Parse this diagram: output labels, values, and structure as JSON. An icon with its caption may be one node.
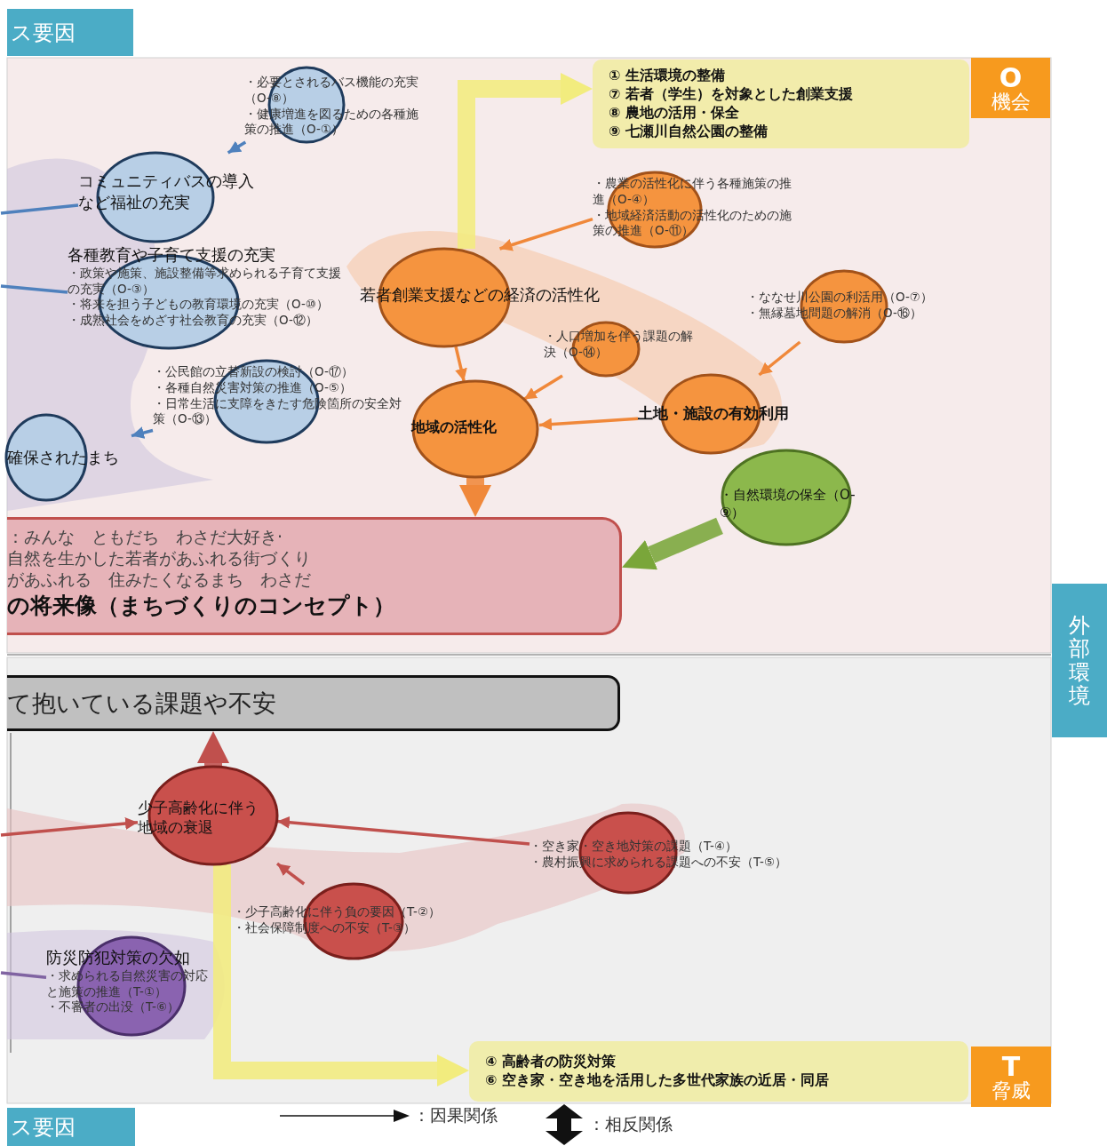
{
  "diagram": {
    "nodes": [
      {
        "text": [
          "ス要因"
        ]
      },
      {
        "text": [
          "O",
          "機会"
        ]
      },
      {
        "text": [
          "① 生活環境の整備",
          "⑦ 若者（学生）を対象とした創業支援",
          "⑧ 農地の活用・保全",
          "⑨ 七瀬川自然公園の整備"
        ]
      },
      {
        "text": [
          "・必要とされるバス機能の充実（O-⑧）",
          "・健康増進を図るための各種施策の推進（O-①）"
        ]
      },
      {
        "text": [
          "コミュニティバスの導入など福祉の充実"
        ]
      },
      {
        "text": [
          "各種教育や子育て支援の充実",
          "・政策や施策、施設整備等求められる子育て支援の充実（O-③）",
          "・将来を担う子どもの教育環境の充実（O-⑩）",
          "・成熟社会をめざす社会教育の充実（O-⑫）"
        ]
      },
      {
        "text": [
          "・公民館の立替新設の検討（O-⑰）",
          "・各種自然災害対策の推進（O-⑤）",
          "・日常生活に支障をきたす危険箇所の安全対策（O-⑬）"
        ]
      },
      {
        "text": [
          "確保されたまち"
        ]
      },
      {
        "text": [
          "・農業の活性化に伴う各種施策の推進（O-④）",
          "・地域経済活動の活性化のための施策の推進（O-⑪）"
        ]
      },
      {
        "text": [
          "若者創業支援などの経済の活性化"
        ]
      },
      {
        "text": [
          "・ななせ川公園の利活用（O-⑦）",
          "・無縁墓地問題の解消（O-⑯）"
        ]
      },
      {
        "text": [
          "・人口増加を伴う課題の解決（O-⑭）"
        ]
      },
      {
        "text": [
          "地域の活性化"
        ]
      },
      {
        "text": [
          "土地・施設の有効利用"
        ]
      },
      {
        "text": [
          "・自然環境の保全（O-⑨）"
        ]
      },
      {
        "text": [
          "：みんな　ともだち　わさだ大好き·",
          "自然を生かした若者があふれる街づくり",
          "があふれる　住みたくなるまち　わさだ",
          "の将来像（まちづくりのコンセプト）"
        ]
      },
      {
        "text": [
          "て抱いている課題や不安"
        ]
      },
      {
        "text": [
          "少子高齢化に伴う地域の衰退"
        ]
      },
      {
        "text": [
          "・空き家・空き地対策の課題（T-④）",
          "・農村振興に求められる課題への不安（T-⑤）"
        ]
      },
      {
        "text": [
          "・少子高齢化に伴う負の要因（T-②）",
          "・社会保障制度への不安（T-③）"
        ]
      },
      {
        "text": [
          "防災防犯対策の欠如",
          "・求められる自然災害の対応と施策の推進（T-①）",
          "・不審者の出没（T-⑥）"
        ]
      },
      {
        "text": [
          "④ 高齢者の防災対策",
          "⑥ 空き家・空き地を活用した多世代家族の近居・同居"
        ]
      },
      {
        "text": [
          "T",
          "脅威"
        ]
      },
      {
        "text": [
          "外部環境"
        ]
      },
      {
        "text": [
          "ス要因"
        ]
      }
    ],
    "edges": [
      {
        "from": 3,
        "to": 4,
        "arrow": "to",
        "color": "#4f81bd"
      },
      {
        "from": 4,
        "to": null,
        "arrow": "none",
        "color": "#4f81bd"
      },
      {
        "from": 5,
        "to": null,
        "arrow": "none",
        "color": "#4f81bd"
      },
      {
        "from": 6,
        "to": 7,
        "arrow": "to",
        "color": "#4f81bd"
      },
      {
        "from": 8,
        "to": 9,
        "arrow": "to"
      },
      {
        "from": 9,
        "to": 12,
        "arrow": "to"
      },
      {
        "from": 11,
        "to": 12,
        "arrow": "to"
      },
      {
        "from": 10,
        "to": 13,
        "arrow": "to"
      },
      {
        "from": 13,
        "to": 12,
        "arrow": "to"
      },
      {
        "from": 12,
        "to": 15,
        "arrow": "to",
        "style": "thick"
      },
      {
        "from": 14,
        "to": 15,
        "arrow": "to",
        "style": "thick",
        "color": "#7aa63a"
      },
      {
        "from": 9,
        "to": 2,
        "arrow": "to",
        "style": "thick",
        "color": "#f2ec7e"
      },
      {
        "from": 17,
        "to": 16,
        "arrow": "to",
        "style": "thick",
        "color": "#c0504d"
      },
      {
        "from": null,
        "to": 17,
        "arrow": "to",
        "color": "#c0504d"
      },
      {
        "from": 18,
        "to": 17,
        "arrow": "to",
        "color": "#c0504d"
      },
      {
        "from": 19,
        "to": 17,
        "arrow": "to",
        "color": "#c0504d"
      },
      {
        "from": 20,
        "to": null,
        "arrow": "none",
        "color": "#8064a2"
      },
      {
        "from": 17,
        "to": 21,
        "arrow": "to",
        "style": "thick",
        "color": "#f2ec7e"
      }
    ],
    "legend": [
      {
        "text": "：因果関係"
      },
      {
        "text": "：相反関係"
      }
    ]
  }
}
